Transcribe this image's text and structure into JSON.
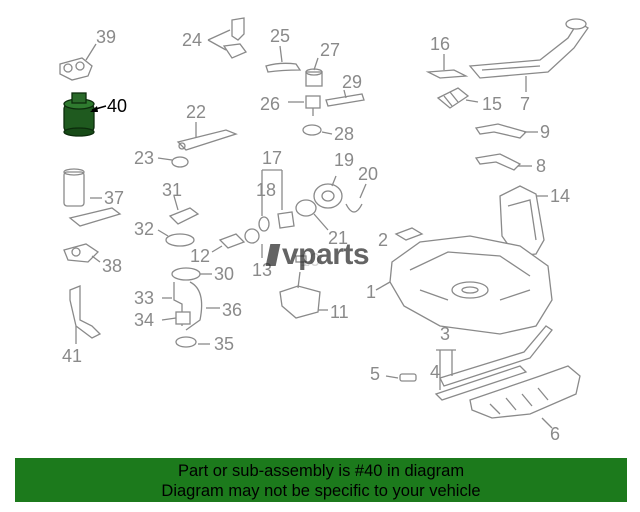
{
  "highlighted_part": "40",
  "watermark": "vparts",
  "caption": {
    "line1": "Part or sub-assembly is #40 in diagram",
    "line2": "Diagram may not be specific to your vehicle"
  },
  "colors": {
    "banner": "#1c7a1c",
    "highlight_part": "#1f5a1f",
    "line_art": "#8a8a8a"
  },
  "callouts": {
    "c1": "1",
    "c2": "2",
    "c3": "3",
    "c4": "4",
    "c5": "5",
    "c6": "6",
    "c7": "7",
    "c8": "8",
    "c9": "9",
    "c10": "10",
    "c11": "11",
    "c12": "12",
    "c13": "13",
    "c14": "14",
    "c15": "15",
    "c16": "16",
    "c17": "17",
    "c18": "18",
    "c19": "19",
    "c20": "20",
    "c21": "21",
    "c22": "22",
    "c23": "23",
    "c24": "24",
    "c25": "25",
    "c26": "26",
    "c27": "27",
    "c28": "28",
    "c29": "29",
    "c30": "30",
    "c31": "31",
    "c32": "32",
    "c33": "33",
    "c34": "34",
    "c35": "35",
    "c36": "36",
    "c37": "37",
    "c38": "38",
    "c39": "39",
    "c40": "40",
    "c41": "41"
  }
}
